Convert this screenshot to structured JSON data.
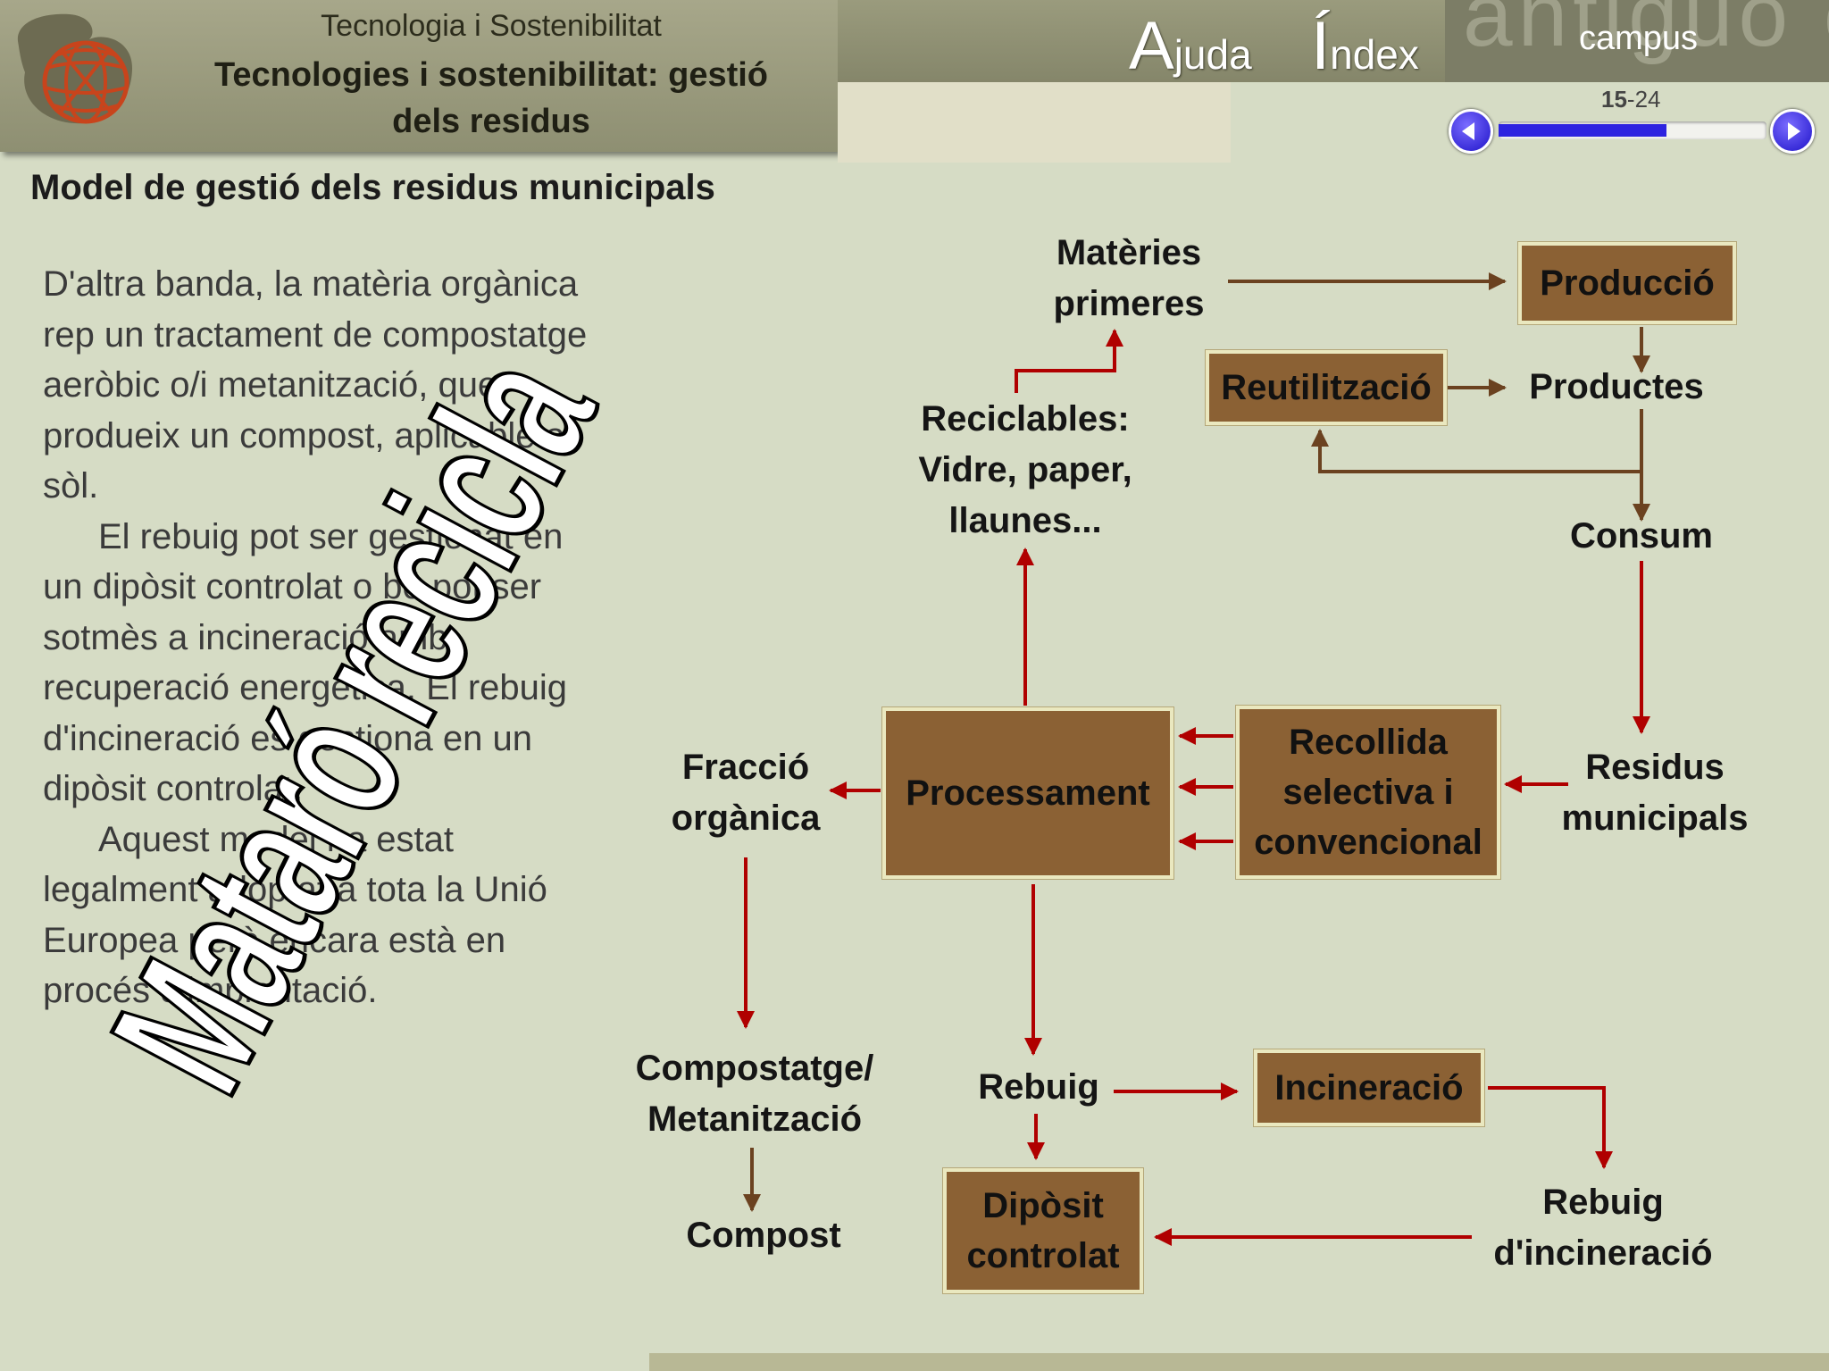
{
  "header": {
    "subtitle": "Tecnologia i Sostenibilitat",
    "title_line1": "Tecnologies i sostenibilitat: gestió",
    "title_line2": "dels residus"
  },
  "nav": {
    "help_initial": "A",
    "help_rest": "juda",
    "index_initial": "Í",
    "index_rest": "ndex",
    "campus_ghost": "antiguo camp",
    "campus_label": "campus"
  },
  "pager": {
    "current": "15",
    "separator": "-",
    "total": "24",
    "progress_fraction": 0.625
  },
  "page_title": "Model de gestió dels residus municipals",
  "body_text": {
    "p1": "D'altra banda, la matèria orgànica rep un tractament de compostatge aeròbic o/i metanització, que produeix un compost, aplicable al sòl.",
    "p2": "El rebuig pot ser gestionat en un dipòsit controlat o bé pot ser sotmès a incineració amb recuperació energètica. El rebuig d'incineració es gestiona en un dipòsit controlat.",
    "p3": "Aquest model ha estat legalment adoptat a tota la Unió Europea però encara està en procés d'implantació."
  },
  "watermark": "Mataró recicla",
  "diagram": {
    "boxes": {
      "produccio": "Producció",
      "reutilitzacio": "Reutilització",
      "processament": "Processament",
      "recollida_l1": "Recollida",
      "recollida_l2": "selectiva i",
      "recollida_l3": "convencional",
      "incineracio": "Incineració",
      "diposit_l1": "Dipòsit",
      "diposit_l2": "controlat"
    },
    "labels": {
      "materies_l1": "Matèries",
      "materies_l2": "primeres",
      "productes": "Productes",
      "consum": "Consum",
      "reciclables_l1": "Reciclables:",
      "reciclables_l2": "Vidre, paper,",
      "reciclables_l3": "llaunes...",
      "residus_l1": "Residus",
      "residus_l2": "municipals",
      "fraccio_l1": "Fracció",
      "fraccio_l2": "orgànica",
      "compostatge_l1": "Compostatge/",
      "compostatge_l2": "Metanització",
      "compost": "Compost",
      "rebuig": "Rebuig",
      "rebuig_inc_l1": "Rebuig",
      "rebuig_inc_l2": "d'incineració"
    }
  },
  "colors": {
    "background": "#d6dcc5",
    "box_fill": "#8b6134",
    "arrow_red": "#b00000",
    "arrow_brown": "#6b4220",
    "progress": "#2d22e0"
  }
}
